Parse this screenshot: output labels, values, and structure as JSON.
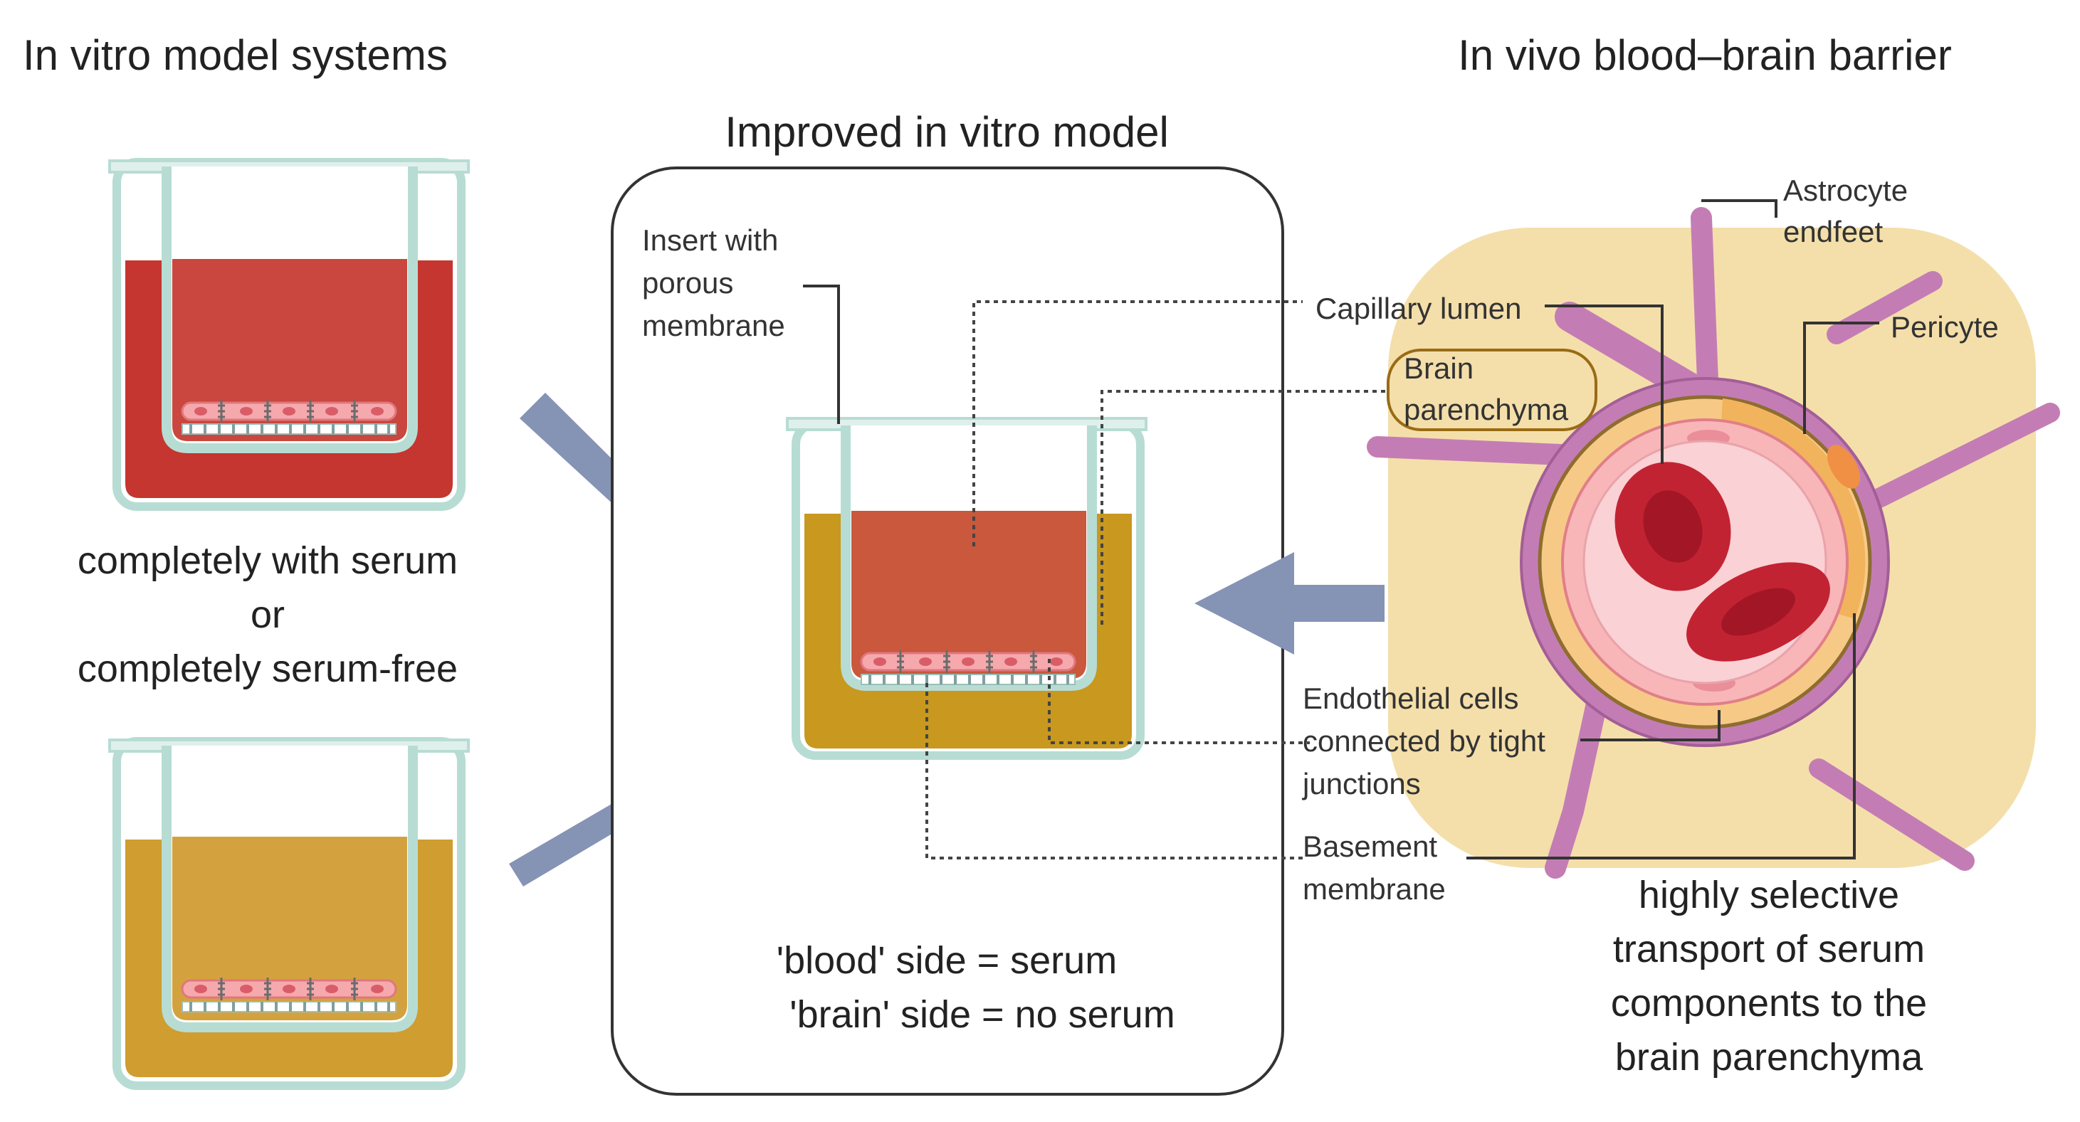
{
  "titles": {
    "left": "In vitro model systems",
    "center": "Improved in vitro model",
    "right": "In vivo blood–brain barrier"
  },
  "left_caption": {
    "line1": "completely with serum",
    "line2": "or",
    "line3": "completely serum-free"
  },
  "center_caption": {
    "line1": "'blood' side = serum",
    "line2": "'brain' side = no serum"
  },
  "labels": {
    "insert": [
      "Insert with",
      "porous",
      "membrane"
    ],
    "capillary_lumen": "Capillary lumen",
    "brain_parenchyma": [
      "Brain",
      "parenchyma"
    ],
    "astrocyte": [
      "Astrocyte",
      "endfeet"
    ],
    "pericyte": "Pericyte",
    "endothelial": [
      "Endothelial cells",
      "connected by tight",
      "junctions"
    ],
    "basement": [
      "Basement",
      "membrane"
    ]
  },
  "right_caption": {
    "line1": "highly selective",
    "line2": "transport of serum",
    "line3": "components to the",
    "line4": "brain parenchyma"
  },
  "colors": {
    "serum_red": "#c4362f",
    "serum_free_gold": "#cf9d30",
    "center_outer_gold": "#c8981f",
    "center_inner": "#c9583c",
    "well_frame": "#b7dcd3",
    "arrow": "#8593b5",
    "tissue_bg": "#f4dfaa",
    "astrocyte": "#c47db4",
    "pericyte": "#f2b35d",
    "lumen": "#fad1d4",
    "rbc": "#c22333"
  }
}
